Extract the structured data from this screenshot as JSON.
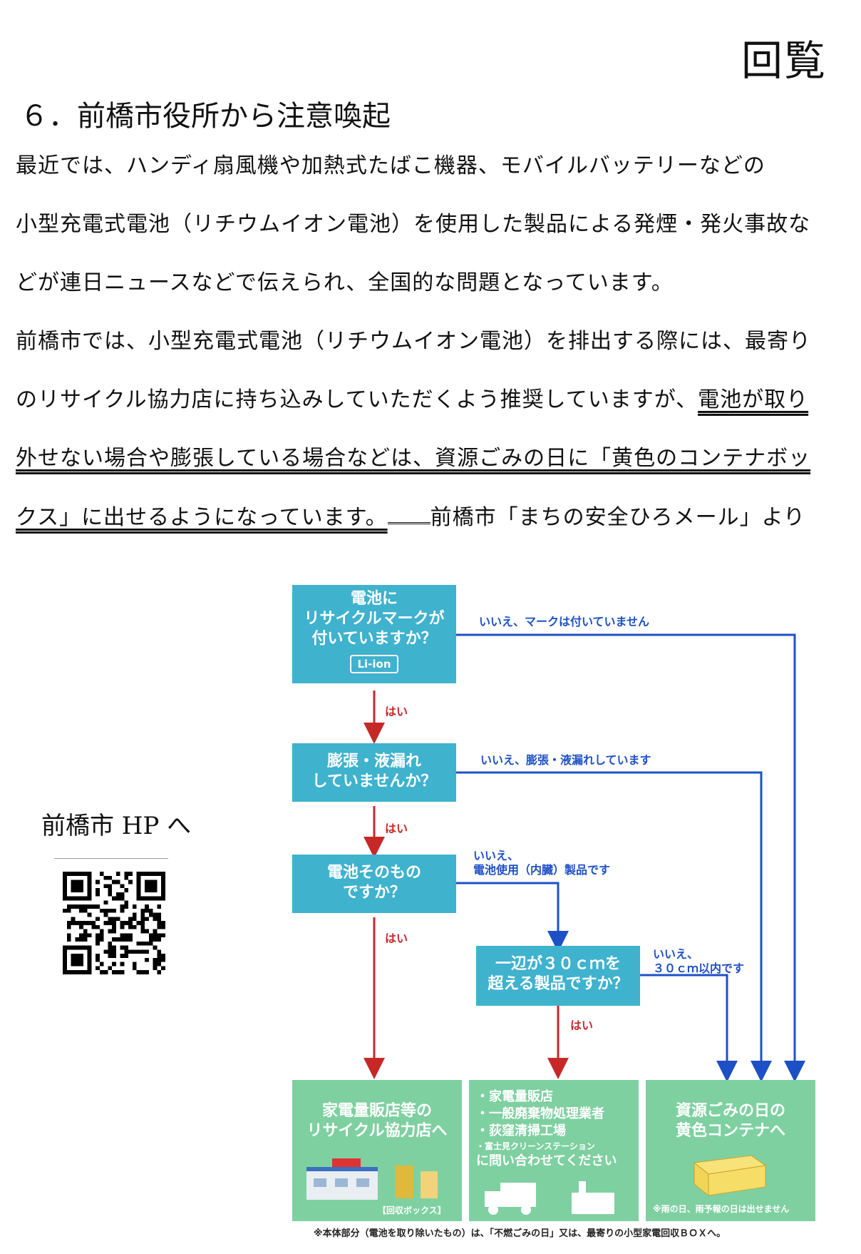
{
  "header": {
    "kairan": "回覧"
  },
  "section": {
    "title": "６．前橋市役所から注意喚起"
  },
  "body": {
    "line1": "最近では、ハンディ扇風機や加熱式たばこ機器、モバイルバッテリーなどの",
    "line2": "小型充電式電池（リチウムイオン電池）を使用した製品による発煙・発火事故な",
    "line3": "どが連日ニュースなどで伝えられ、全国的な問題となっています。",
    "line4": "前橋市では、小型充電式電池（リチウムイオン電池）を排出する際には、最寄り",
    "line5_plain": "のリサイクル協力店に持ち込みしていただくよう推奨していますが、",
    "line5_underlined": "電池が取り",
    "line6_underlined": "外せない場合や膨張している場合などは、資源ごみの日に「黄色のコンテナボッ",
    "line7_underlined": "クス」に出せるようになっています。",
    "line7_source": "前橋市「まちの安全ひろメール」より"
  },
  "sidebar": {
    "hp_label": "前橋市 HP へ"
  },
  "flowchart": {
    "q1": "電池に\nリサイクルマークが\n付いていますか？",
    "q1_mark": "Li-ion",
    "q2": "膨張・液漏れ\nしていませんか？",
    "q3": "電池そのもの\nですか？",
    "q4": "一辺が３０ｃｍを\n超える製品ですか？",
    "yes": "はい",
    "no1": "いいえ、マークは付いていません",
    "no2": "いいえ、膨張・液漏れしています",
    "no3": "いいえ、\n電池使用（内臓）製品です",
    "no4": "いいえ、\n３０ｃｍ以内です",
    "r1_title": "家電量販店等の\nリサイクル協力店へ",
    "r1_box_label": "【回収ボックス】",
    "r2_list": "・家電量販店\n・一般廃棄物処理業者\n・荻窪清掃工場",
    "r2_small": "・富士見クリーンステーション",
    "r2_tail": "に問い合わせてください",
    "r3_title": "資源ごみの日の\n黄色コンテナへ",
    "r3_note": "※雨の日、雨予報の日は出せません",
    "footnote": "※本体部分（電池を取り除いたもの）は、「不燃ごみの日」又は、最寄りの小型家電回収ＢＯＸへ。"
  },
  "colors": {
    "question": "#3fb2ce",
    "result": "#7fd0a1",
    "yes_arrow": "#c62828",
    "no_arrow": "#1d50c6"
  }
}
